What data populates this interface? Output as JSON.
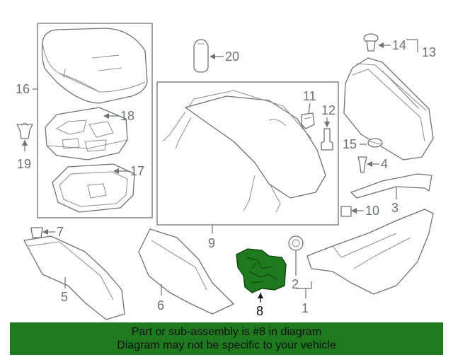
{
  "callouts": {
    "c1": "1",
    "c2": "2",
    "c3": "3",
    "c4": "4",
    "c5": "5",
    "c6": "6",
    "c7": "7",
    "c8": "8",
    "c9": "9",
    "c10": "10",
    "c11": "11",
    "c12": "12",
    "c13": "13",
    "c14": "14",
    "c15": "15",
    "c16": "16",
    "c17": "17",
    "c18": "18",
    "c19": "19",
    "c20": "20"
  },
  "highlight": {
    "part_number": "8",
    "color": "#1f7a1f"
  },
  "banner": {
    "line1": "Part or sub-assembly is #8 in diagram",
    "line2": "Diagram may not be specific to your vehicle"
  }
}
